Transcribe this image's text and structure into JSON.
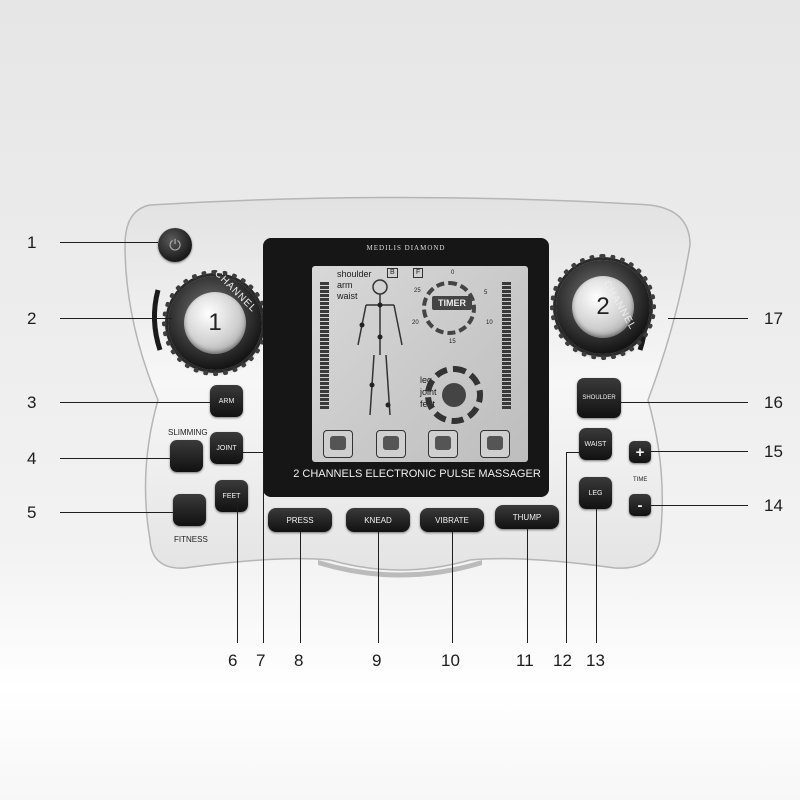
{
  "callouts": [
    "1",
    "2",
    "3",
    "4",
    "5",
    "6",
    "7",
    "8",
    "9",
    "10",
    "11",
    "12",
    "13",
    "14",
    "15",
    "16",
    "17"
  ],
  "device": {
    "brand": "MEDILIS DIAMOND",
    "marquee": "2 CHANNELS ELECTRONIC PULSE MASSAGER",
    "power_icon": "power-icon",
    "knob_left": {
      "number": "1",
      "label": "CHANNEL"
    },
    "knob_right": {
      "number": "2",
      "label": "CHANNEL"
    },
    "lcd": {
      "body_parts_top": [
        "shoulder",
        "arm",
        "waist"
      ],
      "body_parts_bottom": [
        "leg",
        "joint",
        "feet"
      ],
      "box_b": "B",
      "box_f": "F",
      "timer_label": "TIMER",
      "timer_ticks": [
        "0",
        "5",
        "10",
        "15",
        "20",
        "25"
      ]
    },
    "buttons": {
      "arm": "ARM",
      "joint": "JOINT",
      "feet": "FEET",
      "slimming_label": "SLIMMING",
      "fitness_label": "FITNESS",
      "press": "PRESS",
      "knead": "KNEAD",
      "vibrate": "VIBRATE",
      "thump": "THUMP",
      "shoulder": "SHOULDER",
      "waist": "WAIST",
      "leg": "LEG",
      "plus": "+",
      "minus": "-",
      "time_label": "TIME"
    }
  },
  "colors": {
    "body": "#f4f4f4",
    "buttons": "#1a1a1a",
    "lcd": "#c8c8c8",
    "screen_frame": "#161616"
  }
}
